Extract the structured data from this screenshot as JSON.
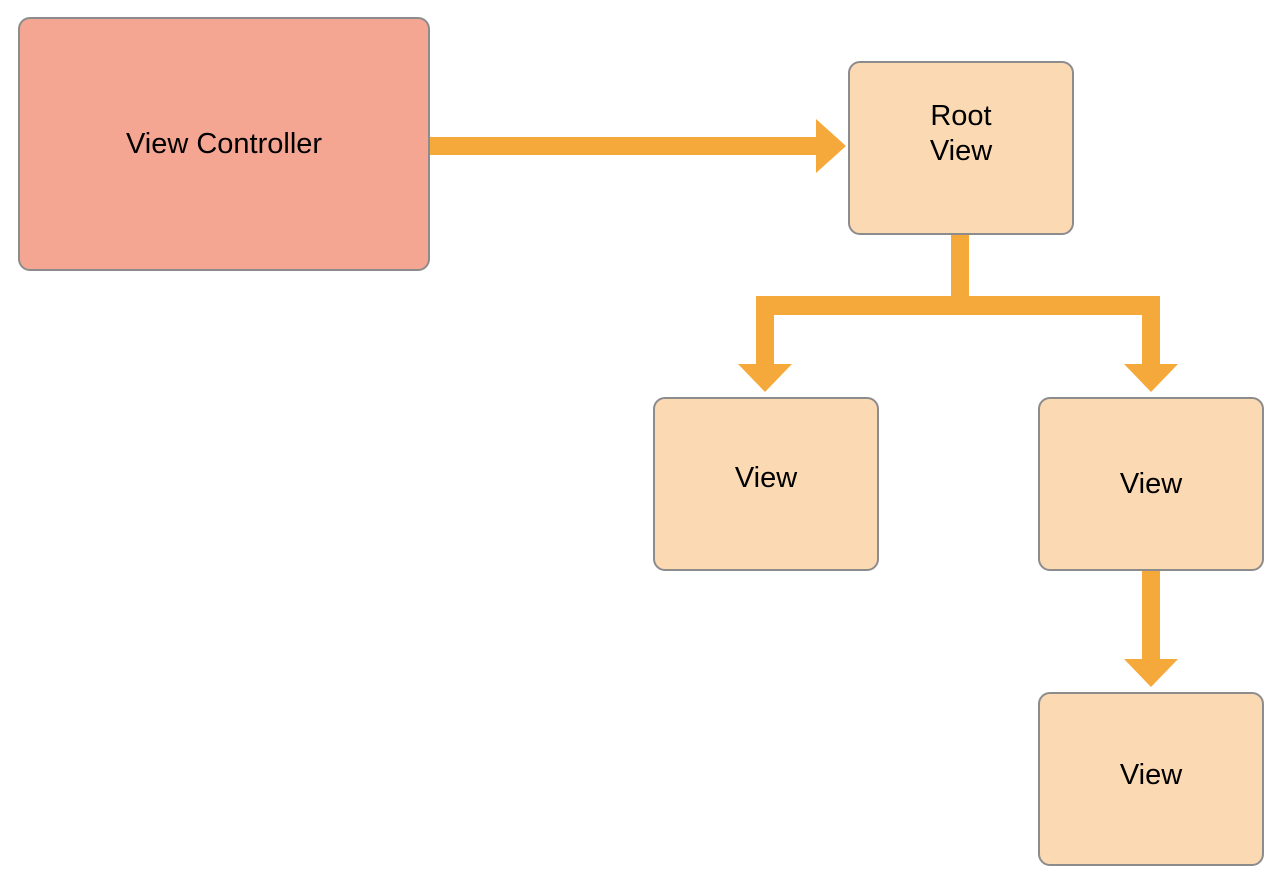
{
  "colors": {
    "controller_fill": "#f4a693",
    "view_fill": "#fbd9b3",
    "border": "#8c8c8c",
    "arrow": "#f6a93b"
  },
  "nodes": {
    "view_controller": "View Controller",
    "root_view": "Root\nView",
    "view_left": "View",
    "view_right": "View",
    "view_bottom": "View"
  }
}
